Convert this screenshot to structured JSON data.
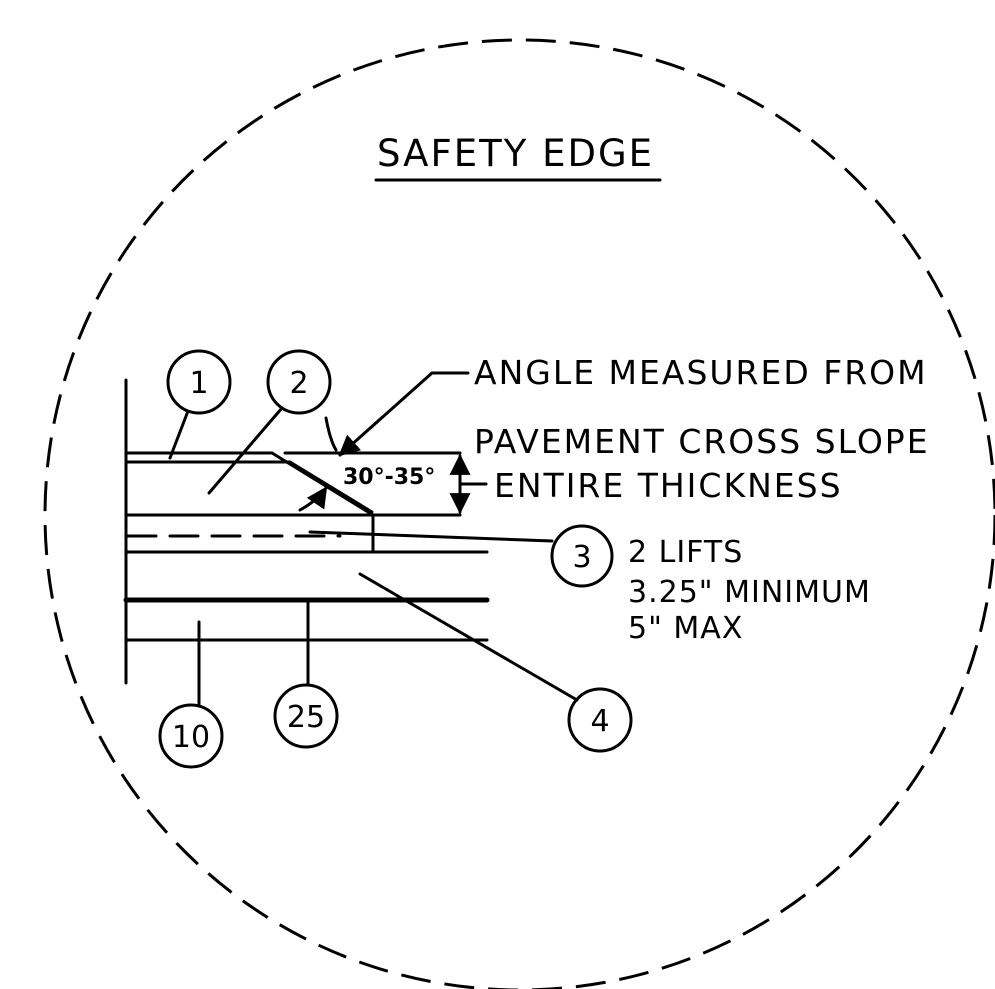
{
  "title": "SAFETY EDGE",
  "callouts": {
    "angle_line1": "ANGLE MEASURED FROM",
    "angle_line2": "PAVEMENT CROSS SLOPE",
    "angle_range": "30°-35°",
    "thickness": "ENTIRE THICKNESS",
    "lifts_line1": "2 LIFTS",
    "lifts_line2": "3.25\" MINIMUM",
    "lifts_line3": "5\" MAX"
  },
  "bubbles": {
    "b1": "1",
    "b2": "2",
    "b3": "3",
    "b4": "4",
    "b10": "10",
    "b25": "25"
  }
}
